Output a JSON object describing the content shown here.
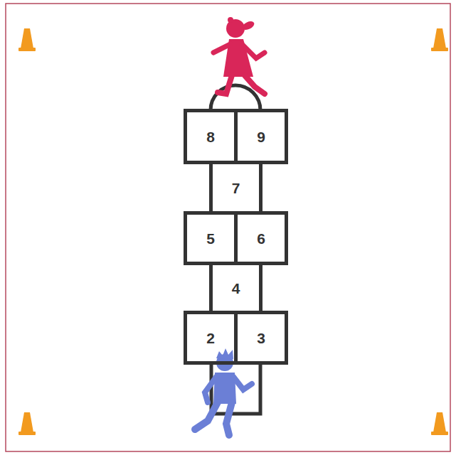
{
  "diagram": {
    "nodes": [
      {
        "text": [
          "8"
        ]
      },
      {
        "text": [
          "9"
        ]
      },
      {
        "text": [
          "7"
        ]
      },
      {
        "text": [
          "5"
        ]
      },
      {
        "text": [
          "6"
        ]
      },
      {
        "text": [
          "4"
        ]
      },
      {
        "text": [
          "2"
        ]
      },
      {
        "text": [
          "3"
        ]
      }
    ]
  }
}
